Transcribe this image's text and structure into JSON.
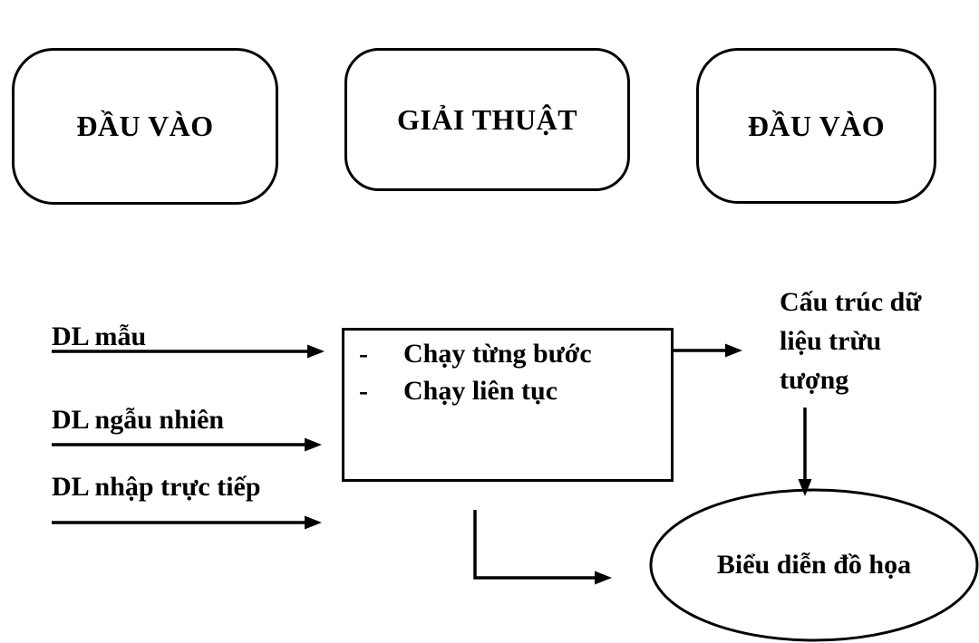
{
  "diagram": {
    "top_boxes": [
      {
        "label": "ĐẦU VÀO"
      },
      {
        "label": "GIẢI THUẬT"
      },
      {
        "label": "ĐẦU VÀO"
      }
    ],
    "input_labels": [
      {
        "label": "DL mẫu"
      },
      {
        "label": "DL ngẫu nhiên"
      },
      {
        "label": "DL nhập trực tiếp"
      }
    ],
    "algorithm_box": {
      "bullet": "-",
      "items": [
        {
          "label": "Chạy từng bước"
        },
        {
          "label": "Chạy liên tục"
        }
      ]
    },
    "abstract_data_structure": {
      "lines": [
        "Cấu trúc dữ",
        "liệu trừu",
        "tượng"
      ]
    },
    "graphic_ellipse": {
      "label": "Biểu diễn đồ họa"
    },
    "colors": {
      "ink": "#000000",
      "background": "#ffffff"
    }
  }
}
